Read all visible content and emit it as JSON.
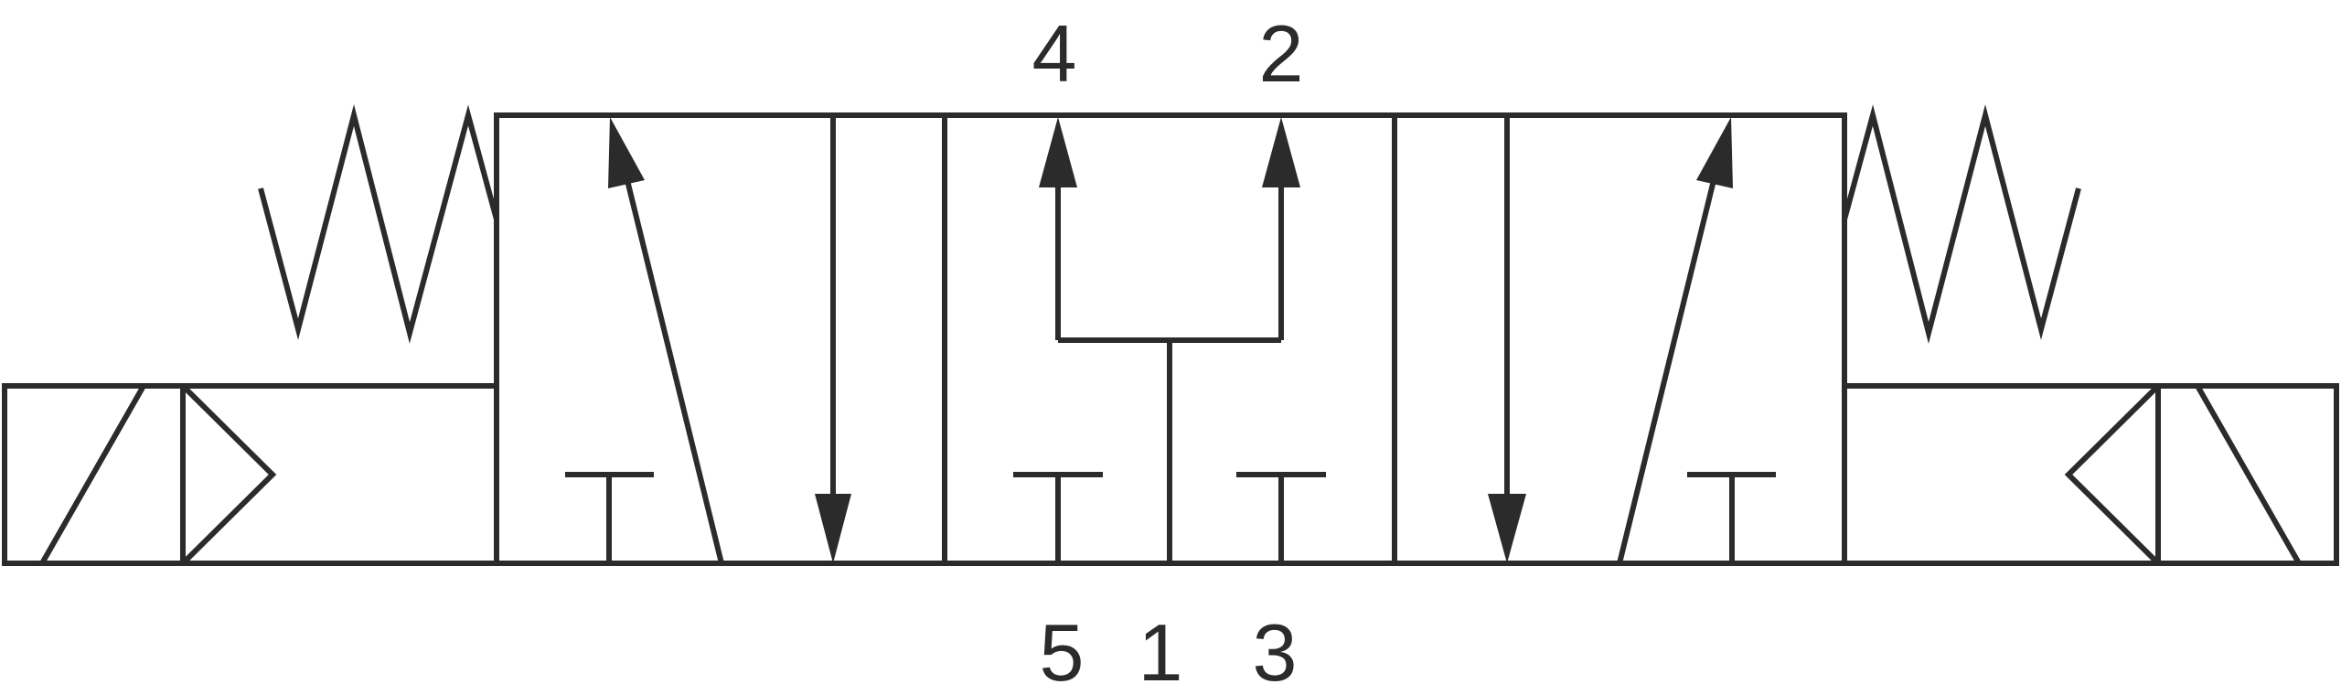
{
  "ports": {
    "p4": "4",
    "p2": "2",
    "p5": "5",
    "p1": "1",
    "p3": "3"
  },
  "colors": {
    "stroke": "#2b2b2b",
    "background": "#ffffff"
  }
}
